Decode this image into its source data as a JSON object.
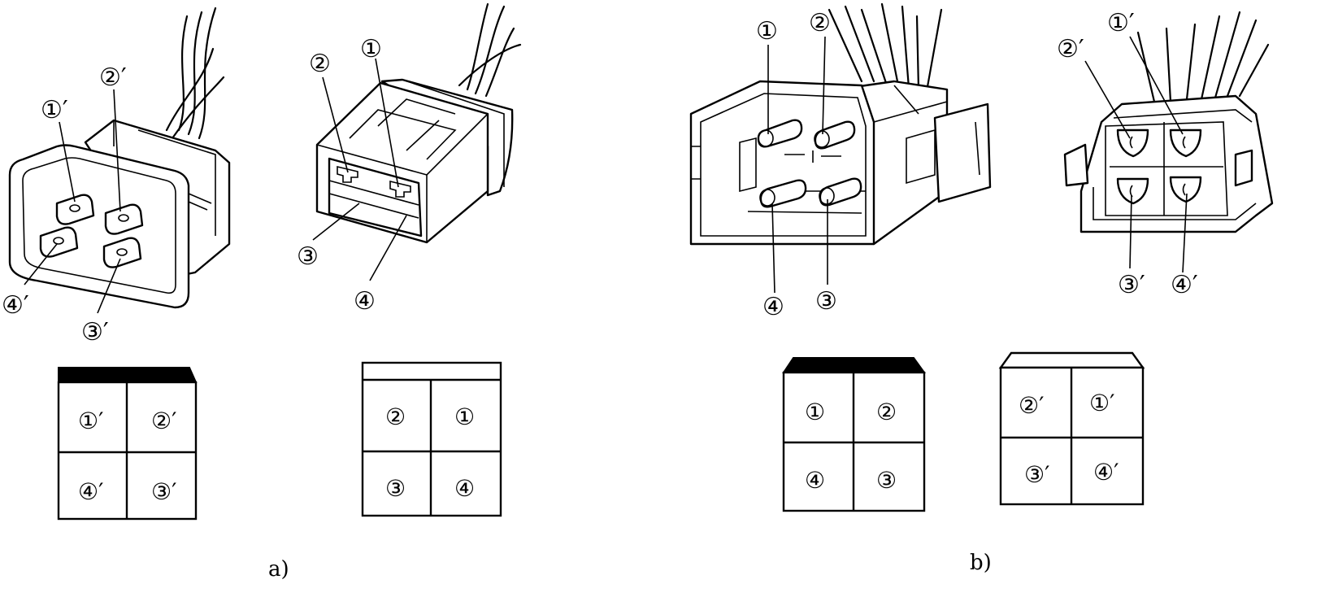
{
  "figure": {
    "panel_a_caption": "a)",
    "panel_b_caption": "b)"
  },
  "panel_a": {
    "plug_labels": {
      "p1": "①′",
      "p2": "②′",
      "p3": "③′",
      "p4": "④′"
    },
    "socket_labels": {
      "s1": "①",
      "s2": "②",
      "s3": "③",
      "s4": "④"
    },
    "plug_grid": {
      "tl": "①′",
      "tr": "②′",
      "bl": "④′",
      "br": "③′"
    },
    "socket_grid": {
      "tl": "②",
      "tr": "①",
      "bl": "③",
      "br": "④"
    }
  },
  "panel_b": {
    "socket_labels": {
      "s1": "①",
      "s2": "②",
      "s3": "③",
      "s4": "④"
    },
    "plug_labels": {
      "p1": "①′",
      "p2": "②′",
      "p3": "③′",
      "p4": "④′"
    },
    "socket_grid": {
      "tl": "①",
      "tr": "②",
      "bl": "④",
      "br": "③"
    },
    "plug_grid": {
      "tl": "②′",
      "tr": "①′",
      "bl": "③′",
      "br": "④′"
    }
  }
}
